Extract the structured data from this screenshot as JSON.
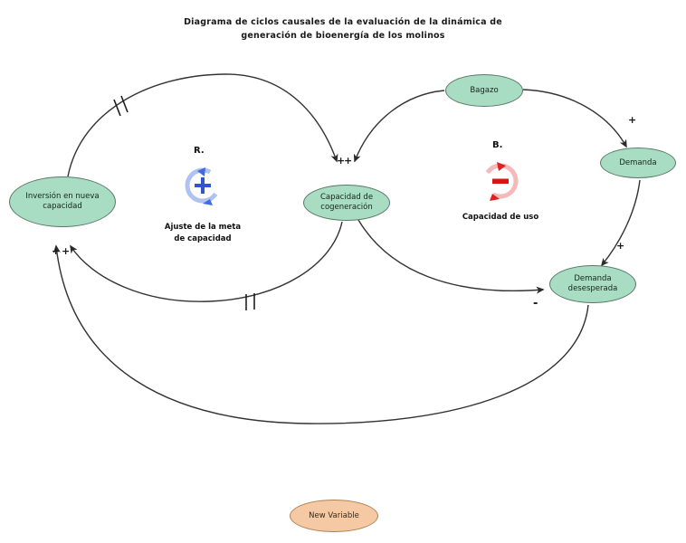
{
  "diagram": {
    "title_line1": "Diagrama de ciclos causales de la evaluación de la dinámica de",
    "title_line2": "generación de bioenergía de los molinos",
    "canvas_background": "#ffffff"
  },
  "colors": {
    "node_fill_green": "#a8dcc3",
    "node_fill_orange": "#f5c9a4",
    "node_stroke": "#5a7a68",
    "link_stroke": "#333333",
    "reinforcing_loop": "#4169e1",
    "balancing_loop": "#e02020",
    "text": "#1a1a1a"
  },
  "nodes": [
    {
      "id": "inversion",
      "label": "Inversión en nueva capacidad",
      "style": "green"
    },
    {
      "id": "capacidad",
      "label": "Capacidad de cogeneración",
      "style": "green"
    },
    {
      "id": "bagazo",
      "label": "Bagazo",
      "style": "green"
    },
    {
      "id": "demanda",
      "label": "Demanda",
      "style": "green"
    },
    {
      "id": "demanda_desesperada",
      "label": "Demanda desesperada",
      "style": "green"
    },
    {
      "id": "new_variable",
      "label": "New Variable",
      "style": "orange"
    }
  ],
  "loops": [
    {
      "id": "loop-r",
      "letter": "R.",
      "sign": "+",
      "type": "reinforcing",
      "caption_line1": "Ajuste de la meta",
      "caption_line2": "de capacidad",
      "color": "#4169e1"
    },
    {
      "id": "loop-b",
      "letter": "B.",
      "sign": "−",
      "type": "balancing",
      "caption_line1": "Capacidad de uso",
      "caption_line2": "",
      "color": "#e02020"
    }
  ],
  "polarities": [
    {
      "id": "pol-capacidad-a",
      "sign": "+"
    },
    {
      "id": "pol-capacidad-b",
      "sign": "+"
    },
    {
      "id": "pol-inversion-a",
      "sign": "+"
    },
    {
      "id": "pol-inversion-b",
      "sign": "+"
    },
    {
      "id": "pol-bagazo-demanda",
      "sign": "+"
    },
    {
      "id": "pol-demanda-desesperada",
      "sign": "+"
    },
    {
      "id": "pol-desesperada-neg",
      "sign": "-"
    }
  ],
  "links": [
    {
      "id": "inversion-to-capacidad-top",
      "from": "inversion",
      "to": "capacidad",
      "polarity": "+",
      "delay": true
    },
    {
      "id": "capacidad-to-inversion-bottom",
      "from": "capacidad",
      "to": "inversion",
      "polarity": "+",
      "delay": true
    },
    {
      "id": "bagazo-to-capacidad",
      "from": "bagazo",
      "to": "capacidad",
      "polarity": "+",
      "delay": false
    },
    {
      "id": "bagazo-to-demanda",
      "from": "bagazo",
      "to": "demanda",
      "polarity": "+",
      "delay": false
    },
    {
      "id": "demanda-to-desesperada",
      "from": "demanda",
      "to": "demanda_desesperada",
      "polarity": "+",
      "delay": false
    },
    {
      "id": "capacidad-to-desesperada",
      "from": "capacidad",
      "to": "demanda_desesperada",
      "polarity": "-",
      "delay": false
    },
    {
      "id": "desesperada-to-inversion",
      "from": "demanda_desesperada",
      "to": "inversion",
      "polarity": "+",
      "delay": false
    }
  ]
}
